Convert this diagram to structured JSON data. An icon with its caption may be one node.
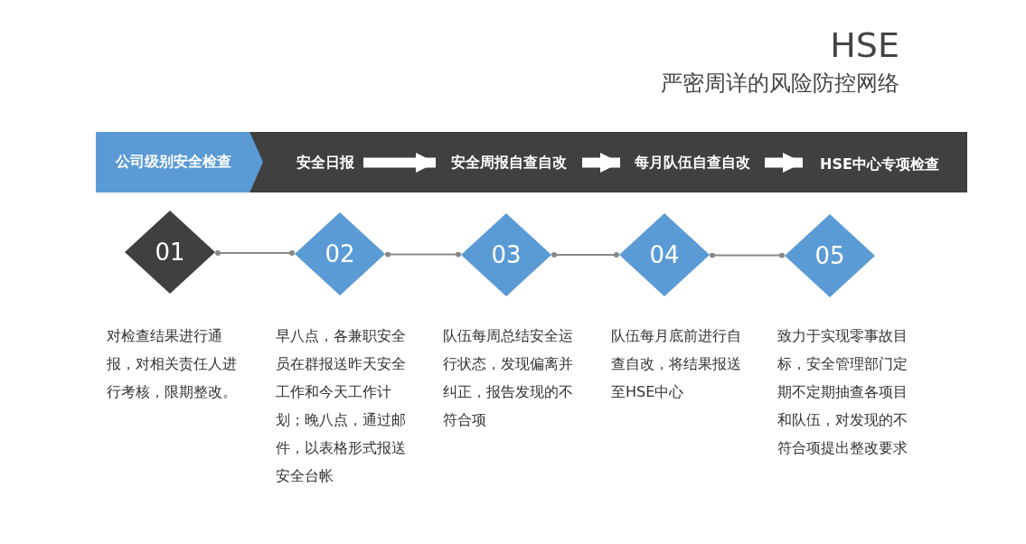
{
  "diagram": {
    "title": "HSE",
    "nodes": [
      {
        "text": [
          "公司级别安全检查"
        ]
      },
      {
        "text": [
          "安全日报"
        ]
      },
      {
        "text": [
          "安全周报自查自改"
        ]
      },
      {
        "text": [
          "每月队伍自查自改"
        ]
      },
      {
        "text": [
          "HSE中心专项检查"
        ]
      },
      {
        "text": [
          "01"
        ],
        "beside": [
          "对检查结果进行通报，对相关责任人进行考核，限期整改。"
        ]
      },
      {
        "text": [
          "02"
        ],
        "beside": [
          "早八点，各兼职安全员在群报送昨天安全工作和今天工作计划；晚八点，通过邮件，以表格形式报送安全台帐"
        ]
      },
      {
        "text": [
          "03"
        ],
        "beside": [
          "队伍每周总结安全运行状态，发现偏离并纠正，报告发现的不符合项"
        ]
      },
      {
        "text": [
          "04"
        ],
        "beside": [
          "队伍每月底前进行自查自改，将结果报送至HSE中心"
        ]
      },
      {
        "text": [
          "05"
        ],
        "beside": [
          "致力于实现零事故目标，安全管理部门定期不定期抽查各项目和队伍，对发现的不符合项提出整改要求"
        ]
      }
    ],
    "edges": [
      {
        "from": 1,
        "to": 2,
        "arrow": "to",
        "style": "thick",
        "color": "#ffffff"
      },
      {
        "from": 2,
        "to": 3,
        "arrow": "to",
        "style": "thick",
        "color": "#ffffff"
      },
      {
        "from": 3,
        "to": 4,
        "arrow": "to",
        "style": "thick",
        "color": "#ffffff"
      },
      {
        "from": 5,
        "to": 6,
        "arrow": "other"
      },
      {
        "from": 6,
        "to": 7,
        "arrow": "other"
      },
      {
        "from": 7,
        "to": 8,
        "arrow": "other"
      },
      {
        "from": 8,
        "to": 9,
        "arrow": "other"
      }
    ],
    "labels": [
      "严密周详的风险防控网络"
    ]
  }
}
